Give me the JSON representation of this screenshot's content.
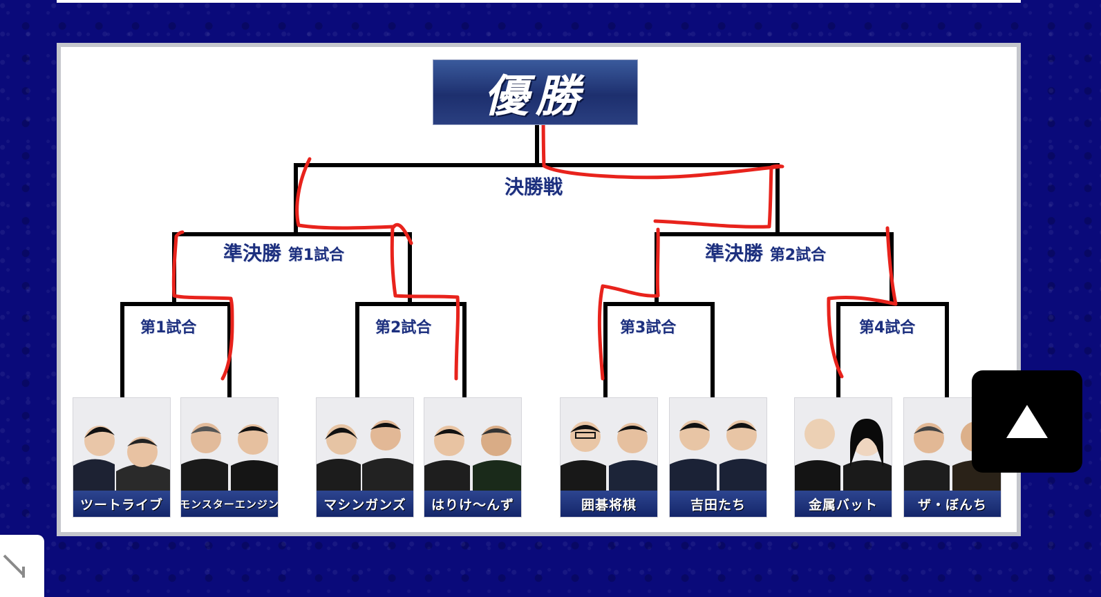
{
  "champion": "優勝",
  "final": "決勝戦",
  "semis": [
    {
      "title": "準決勝",
      "sub": "第1試合"
    },
    {
      "title": "準決勝",
      "sub": "第2試合"
    }
  ],
  "matches": [
    "第1試合",
    "第2試合",
    "第3試合",
    "第4試合"
  ],
  "teams": [
    "ツートライブ",
    "モンスターエンジン",
    "マシンガンズ",
    "はりけ〜んず",
    "囲碁将棋",
    "吉田たち",
    "金属バット",
    "ザ・ぼんち"
  ],
  "colors": {
    "frame": "#0a0a7a",
    "label": "#1c2f7e",
    "bracket": "#000000",
    "annotation": "#e8231c"
  },
  "icons": {
    "up_button": "triangle-up-icon",
    "corner": "diagonal-arrow-icon"
  }
}
